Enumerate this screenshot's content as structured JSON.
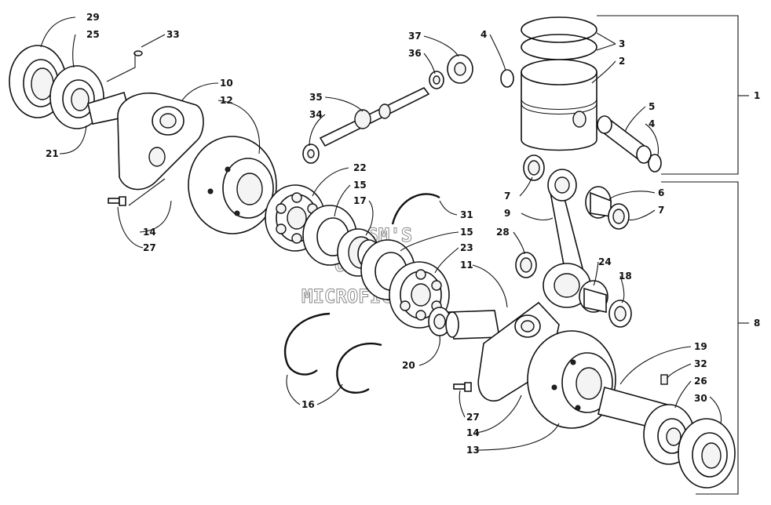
{
  "watermark": {
    "line1": "HL SM'S",
    "line2": "ONLINE",
    "line3": "MICROFICHE"
  },
  "callouts": {
    "c29": "29",
    "c25": "25",
    "c33": "33",
    "c21": "21",
    "c10": "10",
    "c12": "12",
    "c14a": "14",
    "c27a": "27",
    "c37": "37",
    "c36": "36",
    "c35": "35",
    "c34": "34",
    "c22": "22",
    "c15a": "15",
    "c17": "17",
    "c31": "31",
    "c15b": "15",
    "c23": "23",
    "c11": "11",
    "c4a": "4",
    "c3": "3",
    "c2": "2",
    "c1": "1",
    "c5": "5",
    "c4b": "4",
    "c7a": "7",
    "c6": "6",
    "c9": "9",
    "c7b": "7",
    "c28": "28",
    "c24": "24",
    "c18": "18",
    "c8": "8",
    "c20": "20",
    "c16": "16",
    "c19": "19",
    "c32": "32",
    "c26": "26",
    "c30": "30",
    "c27b": "27",
    "c14b": "14",
    "c13": "13"
  }
}
